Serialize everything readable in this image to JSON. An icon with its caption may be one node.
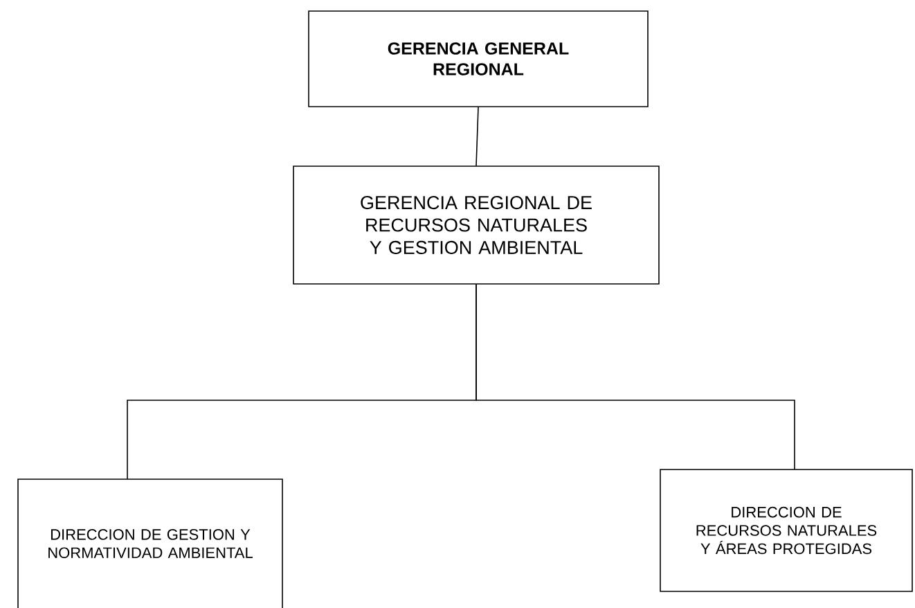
{
  "diagram": {
    "nodes": [
      {
        "text": [
          "GERENCIA GENERAL REGIONAL"
        ]
      },
      {
        "text": [
          "GERENCIA REGIONAL DE RECURSOS NATURALES Y GESTION AMBIENTAL"
        ]
      },
      {
        "text": [
          "DIRECCION DE GESTION Y NORMATIVIDAD AMBIENTAL"
        ]
      },
      {
        "text": [
          "DIRECCION DE RECURSOS NATURALES Y ÁREAS PROTEGIDAS"
        ]
      }
    ],
    "edges": [
      {
        "from": 0,
        "to": 1,
        "arrow": "none"
      },
      {
        "from": 1,
        "to": 2,
        "arrow": "none"
      },
      {
        "from": 1,
        "to": 3,
        "arrow": "none"
      }
    ]
  }
}
